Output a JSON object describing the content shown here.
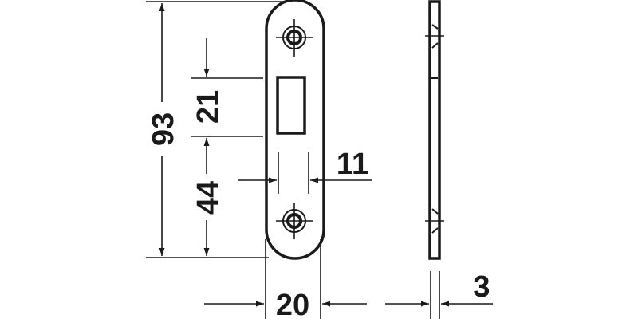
{
  "drawing": {
    "subject": "strike plate",
    "units": "mm",
    "colors": {
      "line": "#1a1a1a",
      "background": "#ffffff"
    },
    "dimensions": {
      "overall_height": "93",
      "slot_height": "21",
      "slot_to_bottom": "44",
      "slot_width": "11",
      "plate_width": "20",
      "plate_thickness": "3"
    },
    "views": [
      "front-view",
      "side-view"
    ]
  }
}
